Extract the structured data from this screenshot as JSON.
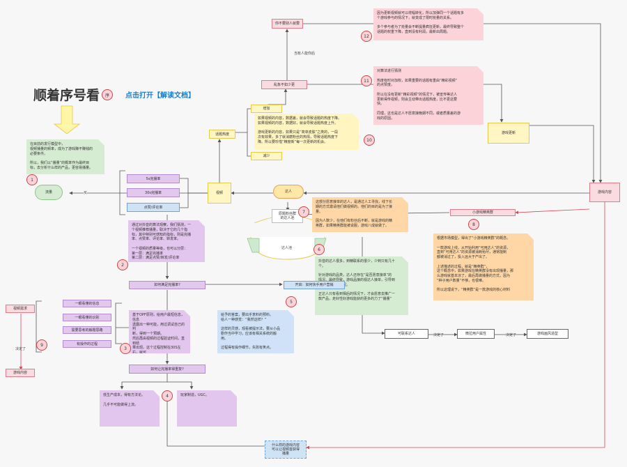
{
  "header": {
    "title": "顺着序号看",
    "badge": "序",
    "link": "点击打开【解读文档】"
  },
  "nodes": {
    "traffic": "流量",
    "buy": "买",
    "retention_5s": "5s完播率",
    "retention_30s": "30s完播率",
    "engagement_rate": "点赞/评论率",
    "algorithm": "视频",
    "heat": "话题热度",
    "increase": "增加",
    "decrease": "减少",
    "player_pool": "达人",
    "source_pool": "原题粉丝群\n的达人池",
    "talent_pool": "达人池",
    "game_content": "游戏内容",
    "game_update": "游戏更新",
    "no_love_play": "你不要别人就要",
    "rising_too_little": "乱象不如少更",
    "has_players_label": "当有人能你后",
    "small_core_players": "小游戏精英群",
    "how_meet_retention": "如何满足完播率?",
    "start_recruit_talent": "开启：如何快手用户营销",
    "how_produce_content": "如何让完播率得重复?",
    "content_types": [
      "一眼看懂的信息",
      "一眼看懂的识别",
      "需要思考的解题思路",
      "有操作的过程"
    ],
    "contact_talent": "可联系达人",
    "decide_1": "决定了",
    "recruit_player_attr": "微拉用户属性",
    "decide_2": "决定了",
    "game_type": "游戏画风造型",
    "video_need": "视频需求",
    "decide_left": "决定了",
    "game_content_left": "游戏内容",
    "bottom_note": "什么样的游戏内容\n可以让视频首获得\n播量"
  },
  "notes": {
    "n1": "在目前的发行模型中，\n视频播量的频率，成为了游戏赚不赚钱的\n必要条件。\n\n所以，我们以“播量”的概率作为最终目\n标，去分析什么样的产品，更容易播量。",
    "n2": "通过对抖音的算法观察，我们猜测，一\n个视频推荐播量，取决于它的几个指\n标，其中特别可感知的指标，则是完播\n率、点赞率、评论率、转发率。\n\n一个视频的质量等级，也可以分层：\n第一层：满足完播率\n第二层：满足点赞/转发/评论率",
    "n3": "基于OPF原则，给用户最短信息，信息\n透露出一种可能，用过调试自己的判\n断，得到一个预期。\n然后再由视频的过程验证时间，直到结\n果出现。这个过程控制在30S左右，就可\n以让满足完播率的要求。",
    "n4a": "低生产成本，得有方法论。\n\n几乎不可能做得上流。",
    "n4b": "玩家制造，UGC。",
    "n5": "给予的答案，要出乎意料的预料。\n给人一种感觉：“我然这样？”\n\n这样的灵感，观看被提示法，要从小品\n剧作当中学习，应该有相关系统的搬\n用。\n\n过程得有操作细节，失败有笑点。",
    "n6": "抖音的达人很多，到精联系的很少，少到只有几十\n个。\n\n针对游戏的品类，达人还存在“是否愿意接单”的\n情况。最终导致，游戏品接的视达人接单，引导到\n第一批用户的情况。\n\n正达人只有看到相后的情况下，才会愿意去推广一\n款产品，走好性好游戏能获的更多的力了“播量”",
    "n7": "这部分愿意接单的达人，是通过人工寻找，线下长\n期的方式邀请他们做视频的。他们的目的是为了接\n量。\n\n因为人数少，在他们有粉丝后不断，就是游戏的精\n英群，如果精英群能被说服，游戏八成就做了。",
    "n8": "根据市场模型，得出了“小游戏精英群”的概念。\n\n一款游戏上线，从开始利用“可用达人”的资源，\n直到“可用达人”的资源被消耗殆尽，通常能制\n都被消过了，投入远大于产出了。\n\n上述描述的过程，就是“精英群”，\n这个概念中，如果游戏在精英群没有出现播量，那\n么游戏就基本凉了，最后再做播量的方式，因为\n“种子用户数量”不够，也很难。\n\n所以这理说下，“精英群”是一款游戏的核心材料",
    "n9": "",
    "n10": "如果视频的内容，数据差，就会导致话题的热度下降。\n如果视频的内容，数据好，就会导致话题热度上升。\n\n游戏更新的内容，如果只是“简单皮肤”之类的，一段\n次有效果，多了就消磨粉丝的热情，导致话题热度下\n降。所以要珍惜“精度新”每一次更新的机会。",
    "n11": "对算法进行猜测\n\n热度有时对加权，如果重要的话题有重由“精彩视频”\n的点赞度。\n\n所以在没有更新“精彩视频”的情况下，被宣传等达人\n更新得传视频，则会主动带出话题热度，比不更这要\n快。\n\n同理，这也是达人不愿意接晚期不同，或者质量差的游\n戏的原因。",
    "n12": "因为更新视频就可以增幅转化，所以加弹同一个话题有多\n个游戏参与的情况下，就变成了限时抢量的关系。\n\n多个参与者为了抢量会不断提量疯狂更新，最终导致整个\n话题的权重下降，直到没有利润，最新出局题。"
  },
  "markers": [
    "1",
    "2",
    "3",
    "4",
    "5",
    "6",
    "7",
    "8",
    "9",
    "10",
    "11",
    "12"
  ],
  "colors": {
    "arrow": "#555555",
    "pinkBorder": "#e07a8a",
    "headerLink": "#1a7fd4"
  }
}
